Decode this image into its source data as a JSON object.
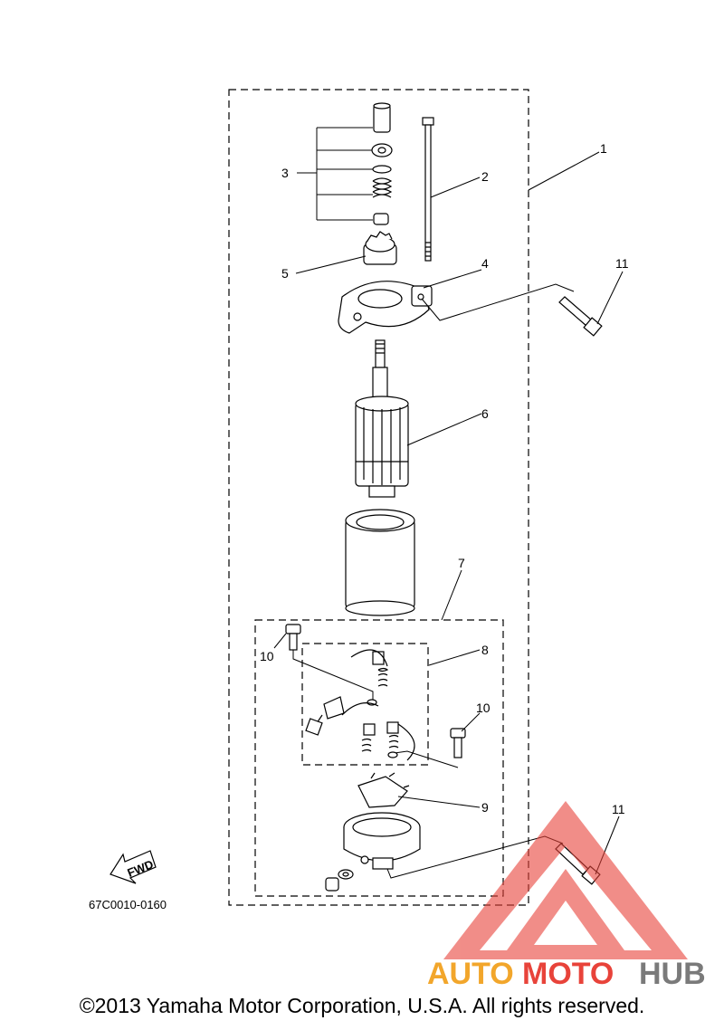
{
  "callouts": [
    "1",
    "2",
    "3",
    "4",
    "5",
    "6",
    "7",
    "8",
    "9",
    "10",
    "11"
  ],
  "ref_code": "67C0010-0160",
  "fwd_label": "FWD",
  "copyright": "©2013 Yamaha Motor Corporation, U.S.A. All rights reserved.",
  "watermark": {
    "part1": "AUTO",
    "part2": "MOTO",
    "part3": "HUB"
  },
  "colors": {
    "line": "#000000",
    "wm_red": "#e8433a",
    "wm_orange": "#f2a62b",
    "wm_gray": "#7a7a7a"
  }
}
